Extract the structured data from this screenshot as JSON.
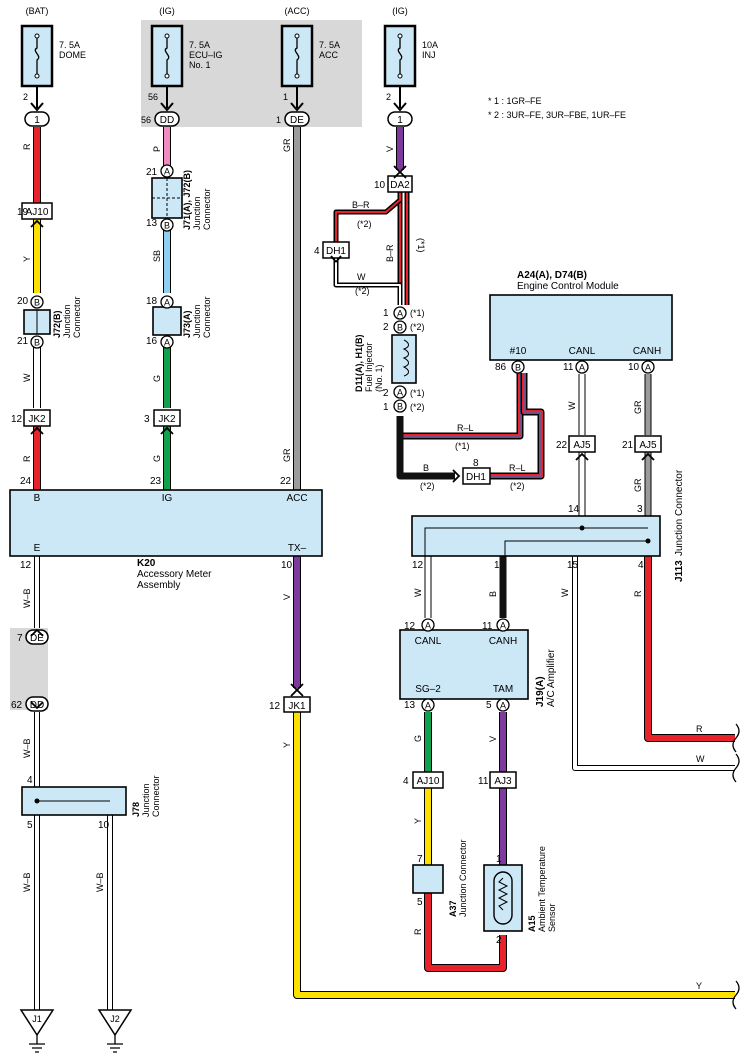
{
  "fuses": [
    {
      "source": "(BAT)",
      "rating": "7. 5A",
      "name": [
        "DOME"
      ],
      "pin": "2",
      "connector": "1"
    },
    {
      "source": "(IG)",
      "rating": "7. 5A",
      "name": [
        "ECU–IG",
        "No. 1"
      ],
      "pin": "56",
      "connector": "DD"
    },
    {
      "source": "(ACC)",
      "rating": "7. 5A",
      "name": [
        "ACC"
      ],
      "pin": "1",
      "connector": "DE"
    },
    {
      "source": "(IG)",
      "rating": "10A",
      "name": [
        "INJ"
      ],
      "pin": "2",
      "connector": "1"
    }
  ],
  "notes": [
    "* 1 : 1GR–FE",
    "* 2 : 3UR–FE,  3UR–FBE,  1UR–FE"
  ],
  "colors": {
    "R": "#e8222a",
    "Y": "#fce100",
    "W": "#ffffff",
    "G": "#11a14a",
    "SB": "#8fd0f0",
    "P": "#f08cbf",
    "GR": "#9b9b9b",
    "V": "#7d3a9c",
    "B": "#111111",
    "box": "#cce8f6",
    "shade": "#d8d8d8"
  },
  "wire_labels": {
    "r1": "R",
    "y1": "Y",
    "w1": "W",
    "r2": "R",
    "p": "P",
    "sb": "SB",
    "g1": "G",
    "g2": "G",
    "gr1": "GR",
    "gr2": "GR",
    "v_inj": "V",
    "br1": "B–R",
    "br2": "B–R",
    "w_dh": "W",
    "rl1": "R–L",
    "rl2": "R–L",
    "b_inj": "B",
    "w_canl": "W",
    "gr_canh": "GR",
    "gr_canh2": "GR",
    "w_j113a": "W",
    "b_j113": "B",
    "w_j113b": "W",
    "r_j113": "R",
    "w_r_out": "R",
    "w_w_out": "W",
    "wb1": "W–B",
    "wb2": "W–B",
    "wb3": "W–B",
    "wb4": "W–B",
    "v_k20": "V",
    "y_k20": "Y",
    "y_out": "Y",
    "g_ac": "G",
    "v_ac": "V",
    "y_ac": "Y",
    "r_ac": "R"
  },
  "connectors": {
    "aj10": "AJ10",
    "jk2a": "JK2",
    "jk2b": "JK2",
    "jk1": "JK1",
    "da2": "DA2",
    "dh1a": "DH1",
    "dh1b": "DH1",
    "aj5a": "AJ5",
    "aj5b": "AJ5",
    "de": "DE",
    "dd": "DD",
    "aj10b": "AJ10",
    "aj3": "AJ3"
  },
  "pins": {
    "p19": "19",
    "p20": "20",
    "p21": "21",
    "p12": "12",
    "p24": "24",
    "p21b": "21",
    "p13": "13",
    "p18": "18",
    "p16": "16",
    "p3": "3",
    "p23": "23",
    "p22": "22",
    "p10": "10",
    "p4": "4",
    "p1a": "1",
    "p2a": "2",
    "p2b": "2",
    "p1b": "1",
    "p8": "8",
    "p86": "86",
    "p11": "11",
    "p10b": "10",
    "p22b": "22",
    "p21c": "21",
    "p14": "14",
    "p3b": "3",
    "p12b": "12",
    "p1c": "1",
    "p15": "15",
    "p4b": "4",
    "k12": "12",
    "k10": "10",
    "p7": "7",
    "p62": "62",
    "p4c": "4",
    "p5": "5",
    "p10c": "10",
    "p12c": "12",
    "ac12": "12",
    "ac11": "11",
    "ac13": "13",
    "ac5": "5",
    "p4d": "4",
    "p11b": "11",
    "p7b": "7",
    "p5b": "5",
    "p1d": "1",
    "p2c": "2"
  },
  "pin_letters": {
    "A": "A",
    "B": "B"
  },
  "pin_notes": {
    "s1": "(*1)",
    "s2": "(*2)"
  },
  "components": {
    "j72": {
      "id": "J72(B)",
      "desc": [
        "Junction",
        "Connector"
      ]
    },
    "j71": {
      "id": "J71(A), J72(B)",
      "desc": [
        "Junction",
        "Connector"
      ]
    },
    "j73": {
      "id": "J73(A)",
      "desc": [
        "Junction",
        "Connector"
      ]
    },
    "ecm": {
      "id": "A24(A), D74(B)",
      "desc": "Engine Control Module",
      "pins": [
        "#10",
        "CANL",
        "CANH"
      ]
    },
    "inj": {
      "id": "D11(A), H1(B)",
      "desc": [
        "Fuel Injector",
        "(No. 1)"
      ]
    },
    "k20": {
      "id": "K20",
      "desc": [
        "Accessory Meter",
        "Assembly"
      ],
      "pins": [
        "B",
        "IG",
        "ACC",
        "E",
        "TX–"
      ]
    },
    "j113": {
      "id": "J113",
      "desc": "Junction Connector"
    },
    "ac": {
      "id": "J19(A)",
      "desc": "A/C Amplifier",
      "pins": [
        "CANL",
        "CANH",
        "SG–2",
        "TAM"
      ]
    },
    "j78": {
      "id": "J78",
      "desc": [
        "Junction",
        "Connector"
      ]
    },
    "a37": {
      "id": "A37",
      "desc": "Junction Connector"
    },
    "a15": {
      "id": "A15",
      "desc": [
        "Ambient Temperature",
        "Sensor"
      ]
    }
  },
  "grounds": [
    "J1",
    "J2"
  ]
}
